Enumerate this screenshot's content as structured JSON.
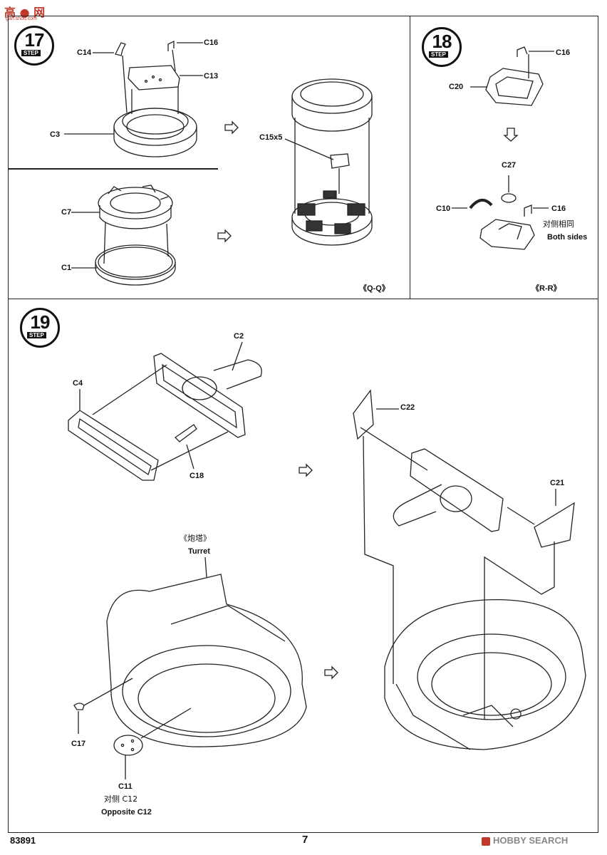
{
  "header": {
    "logo_text": "gan.shou.com"
  },
  "steps": [
    {
      "number": "17",
      "word": "STEP"
    },
    {
      "number": "18",
      "word": "STEP"
    },
    {
      "number": "19",
      "word": "STEP"
    }
  ],
  "panel17": {
    "labels": {
      "c14": "C14",
      "c16": "C16",
      "c13": "C13",
      "c3": "C3",
      "c15x5": "C15x5",
      "c7": "C7",
      "c1": "C1"
    },
    "caption": "《Q-Q》"
  },
  "panel18": {
    "labels": {
      "c16a": "C16",
      "c20": "C20",
      "c27": "C27",
      "c10": "C10",
      "c16b": "C16"
    },
    "note_cn": "对侧相同",
    "note_en": "Both sides",
    "caption": "《R-R》"
  },
  "panel19": {
    "labels": {
      "c2": "C2",
      "c4": "C4",
      "c18": "C18",
      "c22": "C22",
      "c21": "C21",
      "c17": "C17",
      "c11": "C11"
    },
    "turret_cn": "《炮塔》",
    "turret_en": "Turret",
    "opposite_cn": "对侧 C12",
    "opposite_en": "Opposite  C12"
  },
  "footer": {
    "code": "83891",
    "page": "7",
    "watermark": "HOBBY SEARCH"
  }
}
